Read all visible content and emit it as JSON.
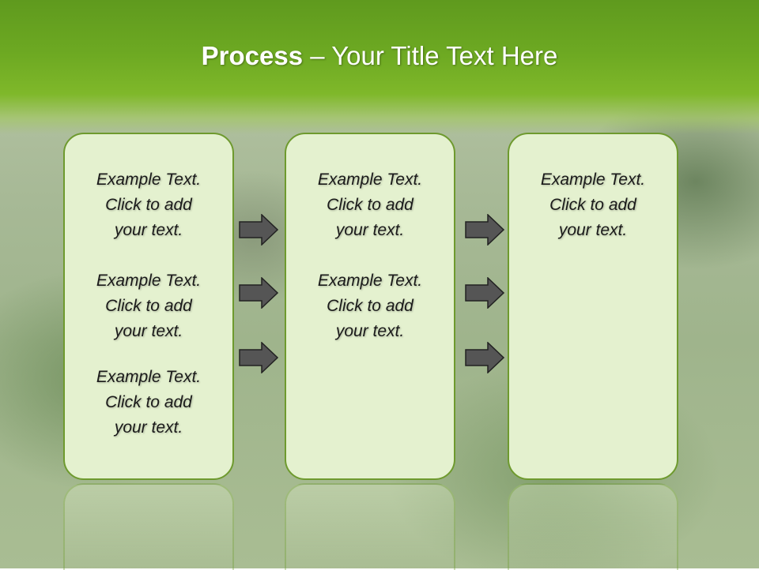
{
  "slide": {
    "title_bold": "Process",
    "title_rest": " – Your Title Text Here"
  },
  "columns": [
    {
      "items": [
        "Example Text.\nClick  to add\nyour text.",
        "Example Text.\nClick  to add\nyour text.",
        "Example Text.\nClick  to add\nyour text."
      ]
    },
    {
      "items": [
        "Example Text.\nClick  to add\nyour text.",
        "Example Text.\nClick  to add\nyour text."
      ]
    },
    {
      "items": [
        "Example Text.\nClick  to add\nyour text."
      ]
    }
  ],
  "colors": {
    "banner": "#6da922",
    "box_fill": "#e4f1cf",
    "box_border": "#6e9a2e",
    "arrow_fill": "#555555"
  },
  "icons": [
    "right-arrow-icon"
  ]
}
